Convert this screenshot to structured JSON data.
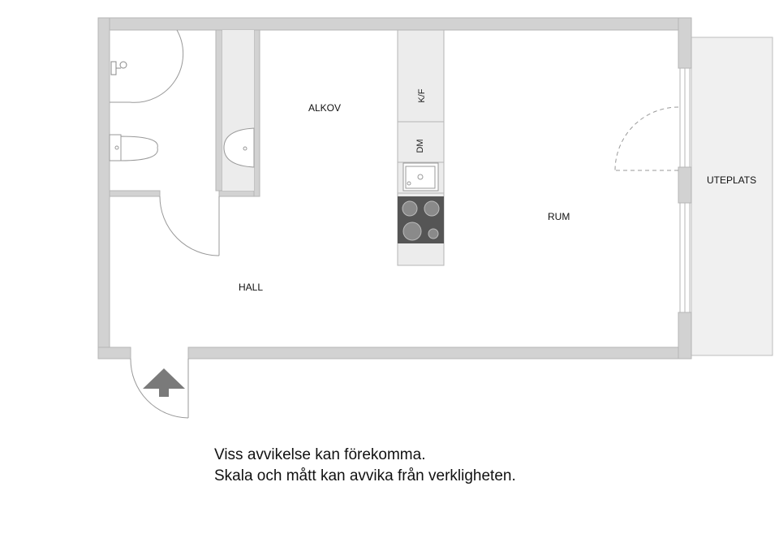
{
  "rooms": {
    "alkov": "ALKOV",
    "rum": "RUM",
    "hall": "HALL",
    "uteplats": "UTEPLATS"
  },
  "kitchen": {
    "fridge_freezer": "K/F",
    "dishwasher": "DM"
  },
  "disclaimer": {
    "line1": "Viss avvikelse kan förekomma.",
    "line2": "Skala och mått kan avvika från verkligheten."
  },
  "colors": {
    "wall": "#d2d2d2",
    "wall_edge": "#b5b5b5",
    "terrace": "#f0f0f0",
    "stove": "#555555",
    "entry_arrow": "#7a7a7a"
  },
  "icons": [
    "entry-arrow-icon",
    "toilet-icon",
    "sink-icon",
    "stove-icon",
    "shower-icon"
  ]
}
